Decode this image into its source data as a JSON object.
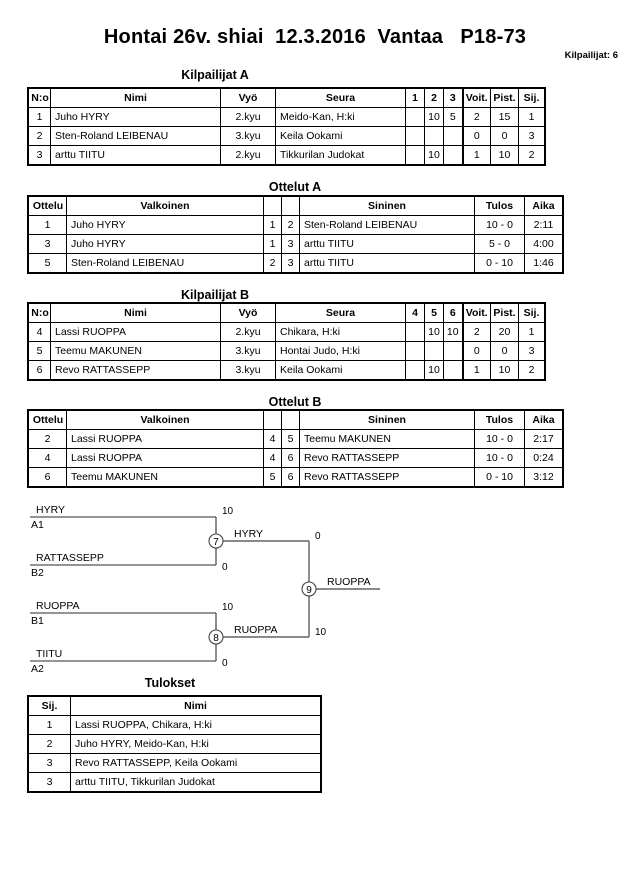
{
  "header": {
    "title": "Hontai 26v. shiai  12.3.2016  Vantaa   P18-73",
    "competitors_label": "Kilpailijat: 6"
  },
  "pools": [
    {
      "caption": "Kilpailijat A",
      "columns": [
        "N:o",
        "Nimi",
        "Vyö",
        "Seura",
        "1",
        "2",
        "3",
        "Voit.",
        "Pist.",
        "Sij."
      ],
      "rows": [
        {
          "no": "1",
          "name": "Juho HYRY",
          "belt": "2.kyu",
          "club": "Meido-Kan, H:ki",
          "m": [
            "",
            "10",
            "5"
          ],
          "wins": "2",
          "points": "15",
          "rank": "1"
        },
        {
          "no": "2",
          "name": "Sten-Roland LEIBENAU",
          "belt": "3.kyu",
          "club": "Keila Ookami",
          "m": [
            "",
            "",
            ""
          ],
          "wins": "0",
          "points": "0",
          "rank": "3"
        },
        {
          "no": "3",
          "name": "arttu TIITU",
          "belt": "2.kyu",
          "club": "Tikkurilan Judokat",
          "m": [
            "",
            "10",
            ""
          ],
          "wins": "1",
          "points": "10",
          "rank": "2"
        }
      ]
    },
    {
      "caption": "Kilpailijat B",
      "columns": [
        "N:o",
        "Nimi",
        "Vyö",
        "Seura",
        "4",
        "5",
        "6",
        "Voit.",
        "Pist.",
        "Sij."
      ],
      "rows": [
        {
          "no": "4",
          "name": "Lassi RUOPPA",
          "belt": "2.kyu",
          "club": "Chikara, H:ki",
          "m": [
            "",
            "10",
            "10"
          ],
          "wins": "2",
          "points": "20",
          "rank": "1"
        },
        {
          "no": "5",
          "name": "Teemu MAKUNEN",
          "belt": "3.kyu",
          "club": "Hontai Judo, H:ki",
          "m": [
            "",
            "",
            ""
          ],
          "wins": "0",
          "points": "0",
          "rank": "3"
        },
        {
          "no": "6",
          "name": "Revo RATTASSEPP",
          "belt": "3.kyu",
          "club": "Keila Ookami",
          "m": [
            "",
            "10",
            ""
          ],
          "wins": "1",
          "points": "10",
          "rank": "2"
        }
      ]
    }
  ],
  "matches": [
    {
      "caption": "Ottelut A",
      "columns": [
        "Ottelu",
        "Valkoinen",
        "",
        "",
        "Sininen",
        "Tulos",
        "Aika"
      ],
      "rows": [
        {
          "no": "1",
          "white": "Juho HYRY",
          "wn": "1",
          "bn": "2",
          "blue": "Sten-Roland LEIBENAU",
          "result": "10 - 0",
          "time": "2:11"
        },
        {
          "no": "3",
          "white": "Juho HYRY",
          "wn": "1",
          "bn": "3",
          "blue": "arttu TIITU",
          "result": "5 - 0",
          "time": "4:00"
        },
        {
          "no": "5",
          "white": "Sten-Roland LEIBENAU",
          "wn": "2",
          "bn": "3",
          "blue": "arttu TIITU",
          "result": "0 - 10",
          "time": "1:46"
        }
      ]
    },
    {
      "caption": "Ottelut B",
      "columns": [
        "Ottelu",
        "Valkoinen",
        "",
        "",
        "Sininen",
        "Tulos",
        "Aika"
      ],
      "rows": [
        {
          "no": "2",
          "white": "Lassi RUOPPA",
          "wn": "4",
          "bn": "5",
          "blue": "Teemu MAKUNEN",
          "result": "10 - 0",
          "time": "2:17"
        },
        {
          "no": "4",
          "white": "Lassi RUOPPA",
          "wn": "4",
          "bn": "6",
          "blue": "Revo RATTASSEPP",
          "result": "10 - 0",
          "time": "0:24"
        },
        {
          "no": "6",
          "white": "Teemu MAKUNEN",
          "wn": "5",
          "bn": "6",
          "blue": "Revo RATTASSEPP",
          "result": "0 - 10",
          "time": "3:12"
        }
      ]
    }
  ],
  "bracket": {
    "entrants": [
      {
        "name": "HYRY",
        "seed": "A1"
      },
      {
        "name": "RATTASSEPP",
        "seed": "B2"
      },
      {
        "name": "RUOPPA",
        "seed": "B1"
      },
      {
        "name": "TIITU",
        "seed": "A2"
      }
    ],
    "nodes": [
      {
        "num": "7",
        "winner": "HYRY",
        "top_score": "10",
        "bottom_score": "0"
      },
      {
        "num": "8",
        "winner": "RUOPPA",
        "top_score": "10",
        "bottom_score": "0"
      },
      {
        "num": "9",
        "winner": "RUOPPA",
        "top_score": "0",
        "bottom_score": "10"
      }
    ]
  },
  "results": {
    "caption": "Tulokset",
    "columns": [
      "Sij.",
      "Nimi"
    ],
    "rows": [
      {
        "rank": "1",
        "name": "Lassi RUOPPA, Chikara, H:ki"
      },
      {
        "rank": "2",
        "name": "Juho HYRY, Meido-Kan, H:ki"
      },
      {
        "rank": "3",
        "name": "Revo RATTASSEPP, Keila Ookami"
      },
      {
        "rank": "3",
        "name": "arttu TIITU, Tikkurilan Judokat"
      }
    ]
  }
}
